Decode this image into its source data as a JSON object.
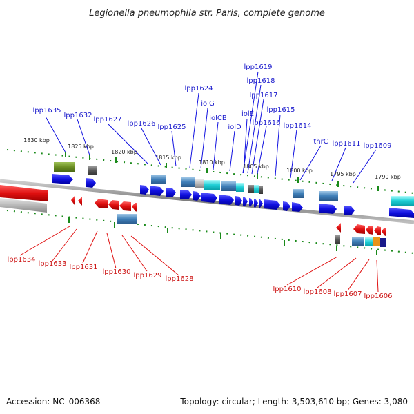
{
  "title": "Legionella pneumophila str. Paris, complete genome",
  "footer": {
    "accession": "Accession: NC_006368",
    "topology": "Topology: circular; Length: 3,503,610 bp; Genes: 3,080"
  },
  "scale_labels": [
    "1830 kbp",
    "1825 kbp",
    "1820 kbp",
    "1815 kbp",
    "1810 kbp",
    "1805 kbp",
    "1800 kbp",
    "1795 kbp",
    "1790 kbp"
  ],
  "genes_top": [
    "lpp1635",
    "lpp1632",
    "lpp1627",
    "lpp1626",
    "lpp1625",
    "lpp1624",
    "iolG",
    "iolCB",
    "iolD",
    "iolE",
    "lpp1619",
    "lpp1618",
    "lpp1617",
    "lpp1616",
    "lpp1615",
    "lpp1614",
    "thrC",
    "lpp1611",
    "lpp1609"
  ],
  "genes_bottom": [
    "lpp1634",
    "lpp1633",
    "lpp1631",
    "lpp1630",
    "lpp1629",
    "lpp1628",
    "lpp1610",
    "lpp1608",
    "lpp1607",
    "lpp1606"
  ],
  "colors": {
    "forward_gene": "#1010e0",
    "reverse_gene": "#e01010",
    "top_label": "#1a1acc",
    "bottom_label": "#cc1111",
    "tick": "#1a8a1a",
    "backbone": "#888888"
  }
}
